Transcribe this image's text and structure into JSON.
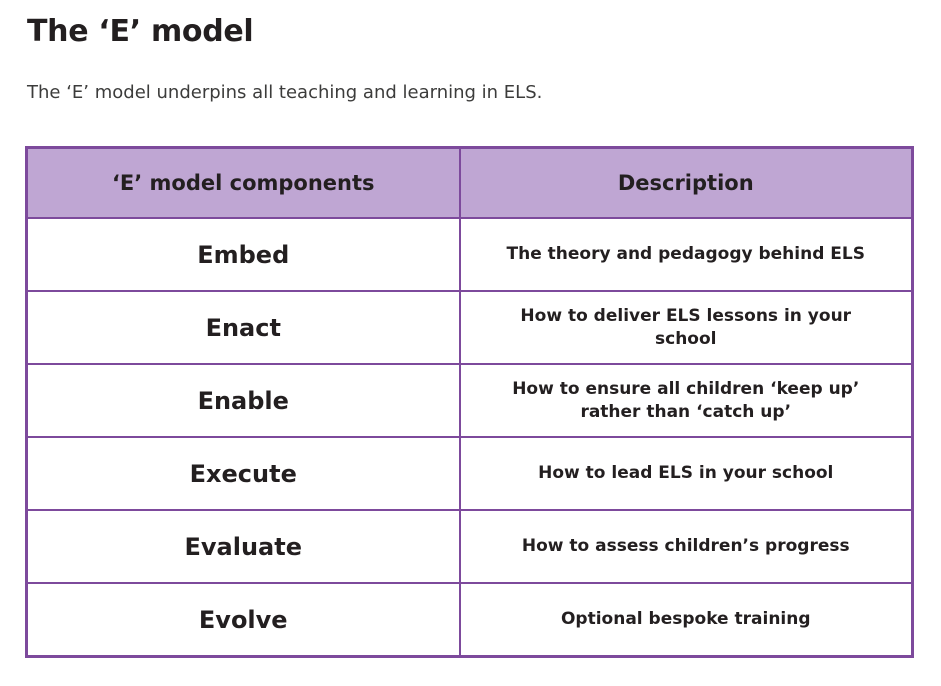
{
  "page": {
    "title": "The ‘E’ model",
    "subtitle": "The ‘E’ model underpins all teaching and learning in ELS."
  },
  "table": {
    "headers": [
      "‘E’ model components",
      "Description"
    ],
    "rows": [
      {
        "component": "Embed",
        "description": "The theory and pedagogy behind ELS"
      },
      {
        "component": "Enact",
        "description": "How to deliver ELS lessons in your school"
      },
      {
        "component": "Enable",
        "description": "How to ensure all children ‘keep up’ rather than ‘catch up’"
      },
      {
        "component": "Execute",
        "description": "How to lead ELS in your school"
      },
      {
        "component": "Evaluate",
        "description": "How to assess children’s progress"
      },
      {
        "component": "Evolve",
        "description": "Optional bespoke training"
      }
    ],
    "colors": {
      "header_bg": "#bfa6d3",
      "border": "#7d4a9c",
      "text": "#231f20"
    }
  }
}
